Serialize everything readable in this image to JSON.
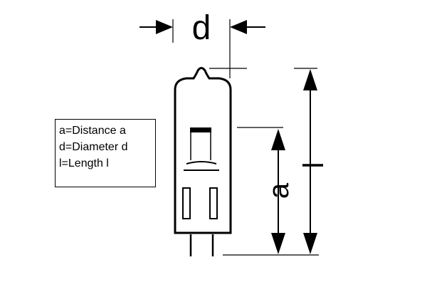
{
  "labels": {
    "diameter": "d",
    "distance": "a",
    "length": "l"
  },
  "legend": {
    "lines": [
      "a=Distance a",
      "d=Diameter d",
      "l=Length l"
    ]
  },
  "colors": {
    "line": "#000000",
    "background": "#ffffff"
  }
}
